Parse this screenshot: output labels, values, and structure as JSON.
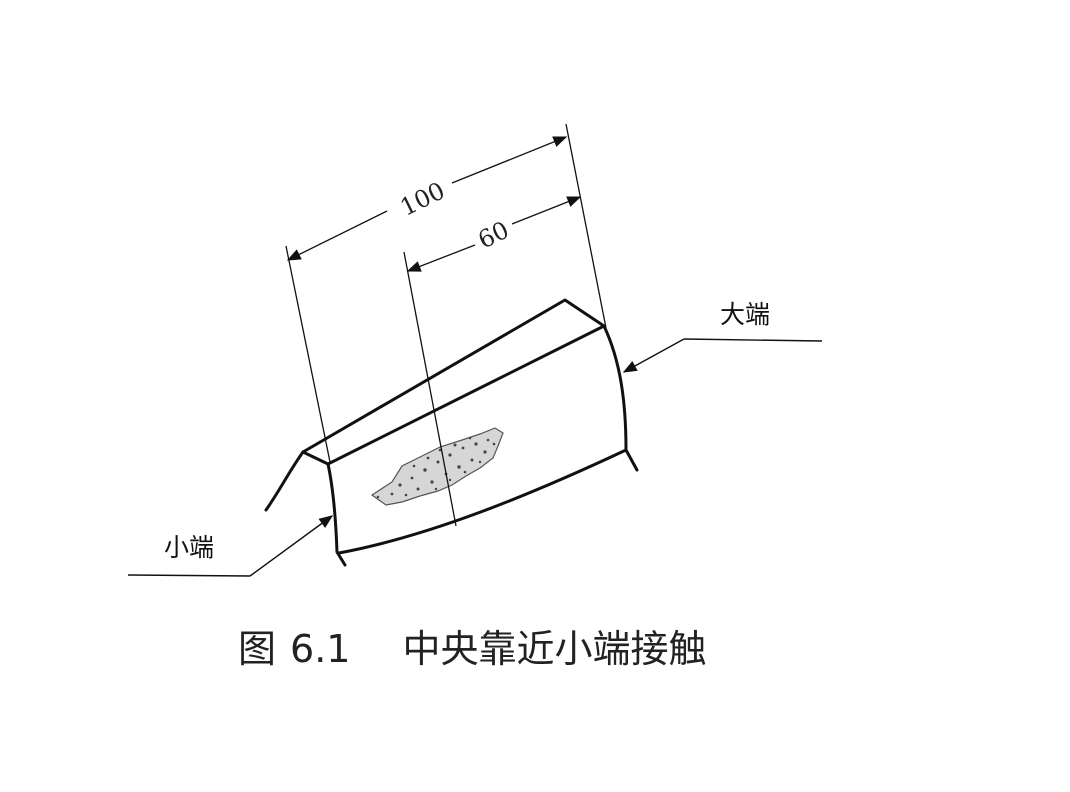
{
  "figure": {
    "dimensions": {
      "overall": "100",
      "partial": "60"
    },
    "labels": {
      "large_end": "大端",
      "small_end": "小端"
    },
    "caption": {
      "prefix": "图",
      "number": "6.1",
      "text": "中央靠近小端接触"
    }
  }
}
